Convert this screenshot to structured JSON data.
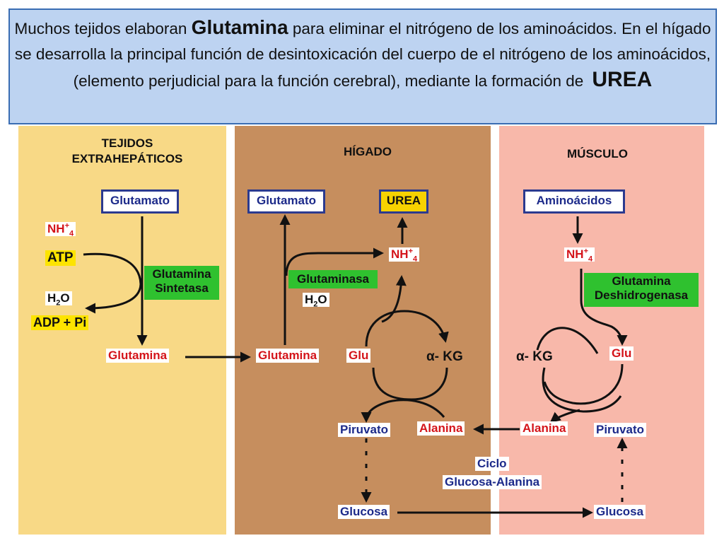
{
  "caption": {
    "part1": "Muchos tejidos elaboran ",
    "glutamina": "Glutamina",
    "part2": " para eliminar el nitrógeno de los aminoácidos.  En el hígado se desarrolla la principal función de desintoxicación del cuerpo de el nitrógeno de los aminoácidos, (elemento perjudicial para la función cerebral), mediante la formación de",
    "urea": "UREA"
  },
  "sections": {
    "tejidos_line1": "TEJIDOS",
    "tejidos_line2": "EXTRAHEPÁTICOS",
    "higado": "HÍGADO",
    "musculo": "MÚSCULO"
  },
  "tejidos": {
    "glutamato": "Glutamato",
    "nh4": "NH",
    "nh4_sup": "+",
    "nh4_sub": "4",
    "atp": "ATP",
    "h2o_h": "H",
    "h2o_sub": "2",
    "h2o_o": "O",
    "adp_pi": "ADP + Pi",
    "enzyme_line1": "Glutamina",
    "enzyme_line2": "Sintetasa",
    "glutamina": "Glutamina"
  },
  "higado": {
    "glutamato": "Glutamato",
    "urea": "UREA",
    "nh4": "NH",
    "nh4_sup": "+",
    "nh4_sub": "4",
    "enzyme": "Glutaminasa",
    "h2o_h": "H",
    "h2o_sub": "2",
    "h2o_o": "O",
    "glutamina": "Glutamina",
    "glu": "Glu",
    "akg": "α- KG",
    "piruvato": "Piruvato",
    "alanina": "Alanina",
    "glucosa": "Glucosa"
  },
  "musculo": {
    "aminoacidos": "Aminoácidos",
    "nh4": "NH",
    "nh4_sup": "+",
    "nh4_sub": "4",
    "enzyme_line1": "Glutamina",
    "enzyme_line2": "Deshidrogenasa",
    "akg": "α- KG",
    "glu": "Glu",
    "alanina": "Alanina",
    "piruvato": "Piruvato",
    "glucosa": "Glucosa"
  },
  "cycle": {
    "line1": "Ciclo",
    "line2": "Glucosa-Alanina"
  }
}
